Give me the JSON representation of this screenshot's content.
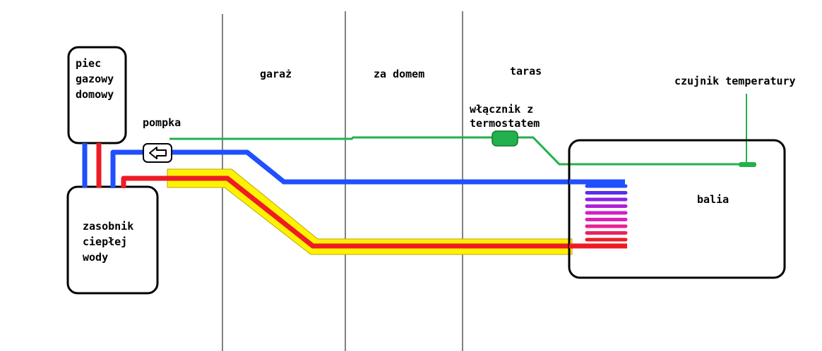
{
  "zones": [
    {
      "name": "garaż"
    },
    {
      "name": "za domem"
    },
    {
      "name": "taras"
    }
  ],
  "components": {
    "boiler": {
      "lines": [
        "piec",
        "gazowy",
        "domowy"
      ]
    },
    "tank": {
      "lines": [
        "zasobnik",
        "ciepłej",
        "wody"
      ]
    },
    "pump": {
      "label": "pompka",
      "icon": "arrow-left-icon"
    },
    "switch": {
      "lines": [
        "włącznik z",
        "termostatem"
      ]
    },
    "sensor": {
      "label": "czujnik temperatury"
    },
    "tub": {
      "label": "balia"
    }
  },
  "colors": {
    "hot_pipe": "#ed1c24",
    "cold_pipe": "#1f4fff",
    "insulation": "#fff200",
    "signal_wire": "#22b14c",
    "outline": "#000000",
    "coil_gradient": [
      "#1f4fff",
      "#5b2cf0",
      "#8a22e6",
      "#b01fd6",
      "#d01fc8",
      "#e020b0",
      "#ea2090",
      "#ed2060",
      "#ed1c24"
    ]
  }
}
